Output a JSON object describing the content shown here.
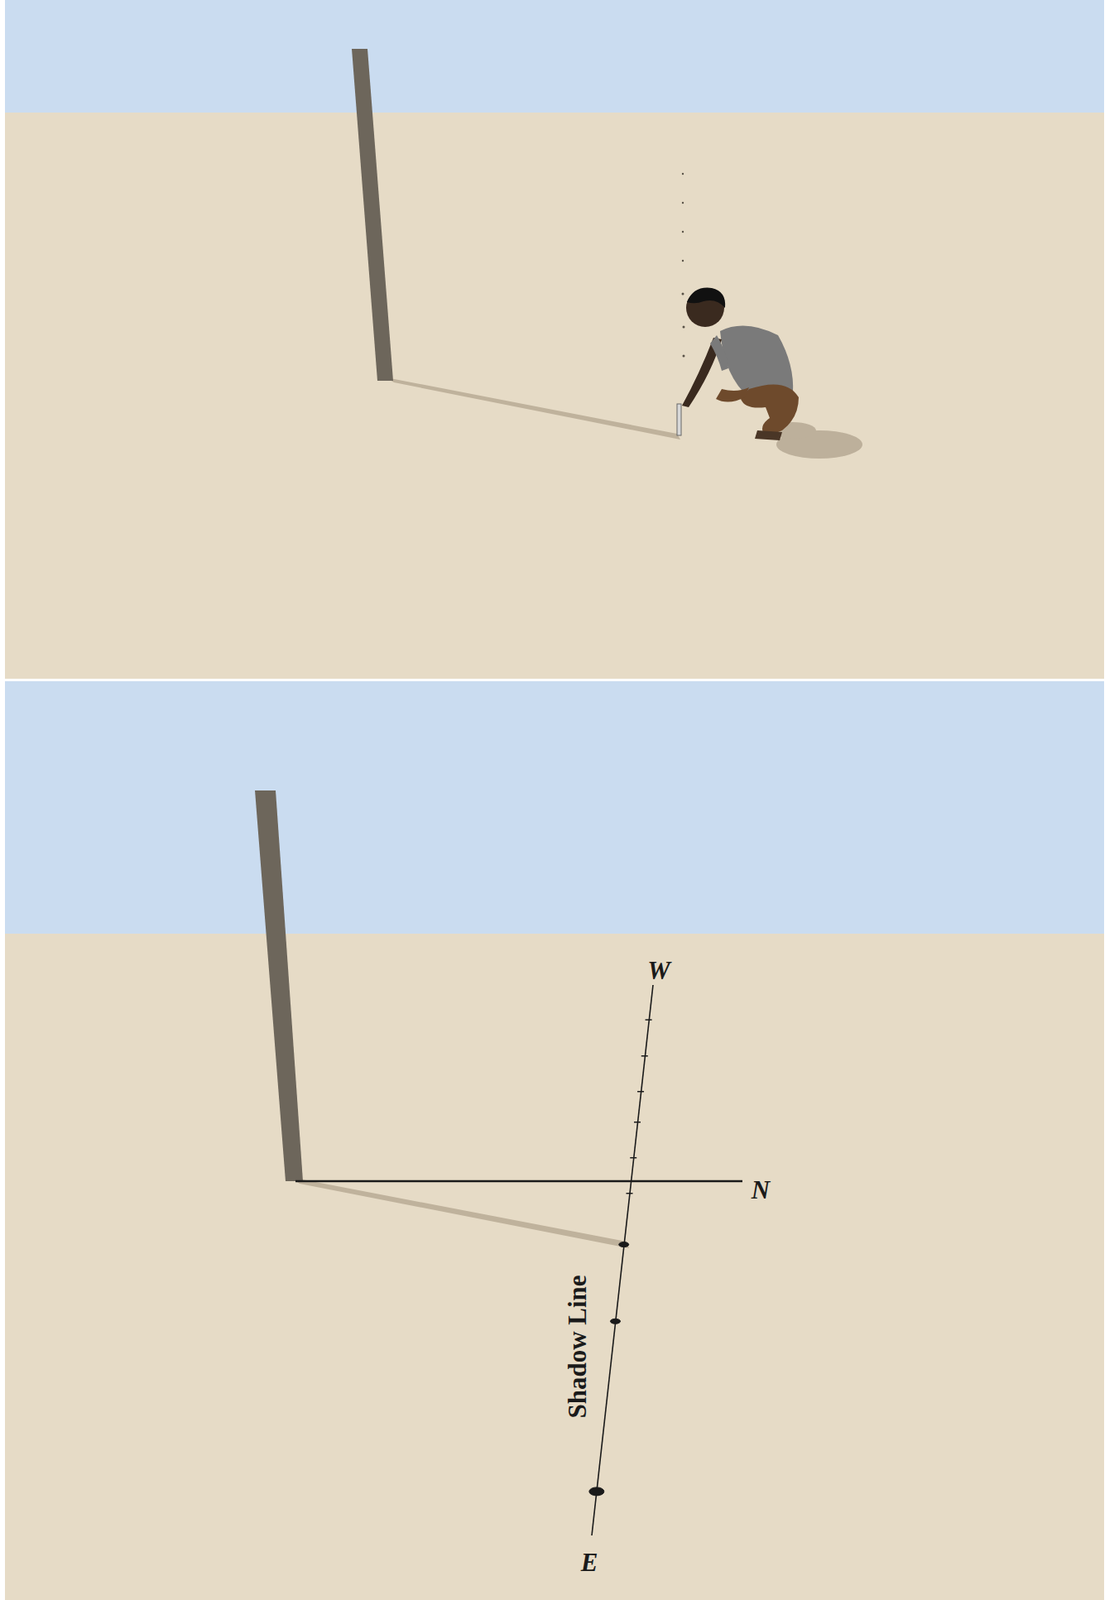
{
  "diagram": {
    "labels": [
      "W",
      "N",
      "Shadow Line",
      "E"
    ]
  }
}
